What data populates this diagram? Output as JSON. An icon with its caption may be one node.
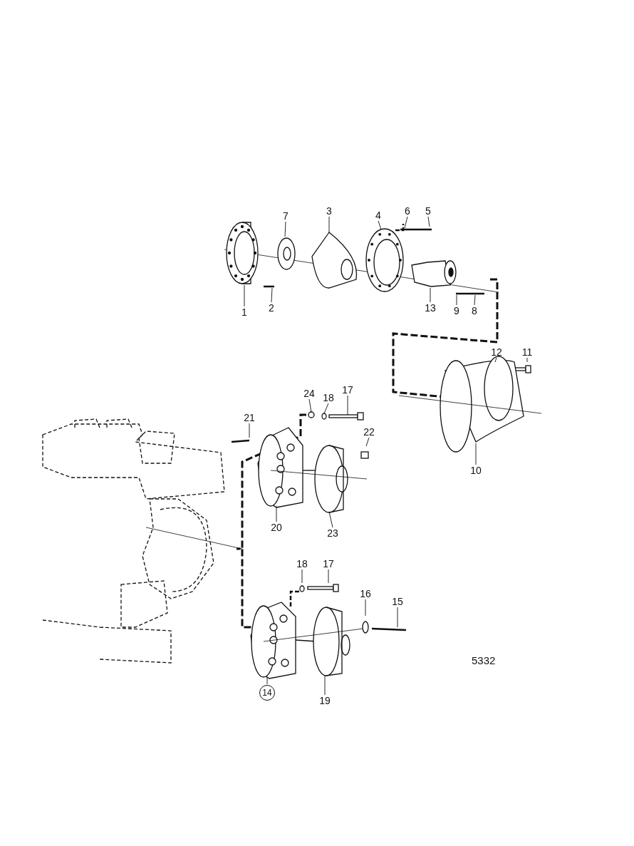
{
  "diagram": {
    "nodes": [
      {
        "text": [
          "7"
        ]
      },
      {
        "text": [
          "3"
        ]
      },
      {
        "text": [
          "4"
        ]
      },
      {
        "text": [
          "6"
        ]
      },
      {
        "text": [
          "5"
        ]
      },
      {
        "text": [
          "1"
        ]
      },
      {
        "text": [
          "2"
        ]
      },
      {
        "text": [
          "13"
        ]
      },
      {
        "text": [
          "9"
        ]
      },
      {
        "text": [
          "8"
        ]
      },
      {
        "text": [
          "12"
        ]
      },
      {
        "text": [
          "11"
        ]
      },
      {
        "text": [
          "24"
        ]
      },
      {
        "text": [
          "18"
        ]
      },
      {
        "text": [
          "17"
        ]
      },
      {
        "text": [
          "21"
        ]
      },
      {
        "text": [
          "22"
        ]
      },
      {
        "text": [
          "10"
        ]
      },
      {
        "text": [
          "20"
        ]
      },
      {
        "text": [
          "23"
        ]
      },
      {
        "text": [
          "18"
        ]
      },
      {
        "text": [
          "17"
        ]
      },
      {
        "text": [
          "16"
        ]
      },
      {
        "text": [
          "15"
        ]
      },
      {
        "text": [
          "14"
        ]
      },
      {
        "text": [
          "19"
        ]
      },
      {
        "text": [],
        "shape": "circle"
      },
      {
        "text": [],
        "shape": "circle"
      },
      {
        "text": [],
        "shape": "picture"
      }
    ],
    "edges": [
      {
        "from": 0,
        "to": null,
        "arrow": "none"
      },
      {
        "from": 1,
        "to": null,
        "arrow": "none"
      },
      {
        "from": 2,
        "to": null,
        "arrow": "none"
      },
      {
        "from": 3,
        "to": null,
        "arrow": "none"
      },
      {
        "from": 4,
        "to": null,
        "arrow": "none"
      },
      {
        "from": 5,
        "to": null,
        "arrow": "none"
      },
      {
        "from": 6,
        "to": null,
        "arrow": "none"
      },
      {
        "from": 7,
        "to": null,
        "arrow": "none"
      },
      {
        "from": 8,
        "to": null,
        "arrow": "none"
      },
      {
        "from": 9,
        "to": null,
        "arrow": "none"
      },
      {
        "from": 10,
        "to": null,
        "arrow": "none"
      },
      {
        "from": 11,
        "to": null,
        "arrow": "none"
      },
      {
        "from": 12,
        "to": 26,
        "arrow": "none"
      },
      {
        "from": 13,
        "to": 27,
        "arrow": "none"
      },
      {
        "from": 14,
        "to": 28,
        "arrow": "none"
      },
      {
        "from": 15,
        "to": null,
        "arrow": "none"
      },
      {
        "from": 16,
        "to": null,
        "arrow": "none"
      },
      {
        "from": 17,
        "to": null,
        "arrow": "none"
      },
      {
        "from": 18,
        "to": null,
        "arrow": "none"
      },
      {
        "from": 19,
        "to": null,
        "arrow": "none"
      },
      {
        "from": 20,
        "to": null,
        "arrow": "none"
      },
      {
        "from": 21,
        "to": null,
        "arrow": "none"
      },
      {
        "from": 22,
        "to": null,
        "arrow": "none"
      },
      {
        "from": 23,
        "to": null,
        "arrow": "none"
      },
      {
        "from": 24,
        "to": null,
        "arrow": "none"
      },
      {
        "from": 25,
        "to": null,
        "arrow": "none"
      }
    ],
    "labels": [
      "5332"
    ]
  }
}
